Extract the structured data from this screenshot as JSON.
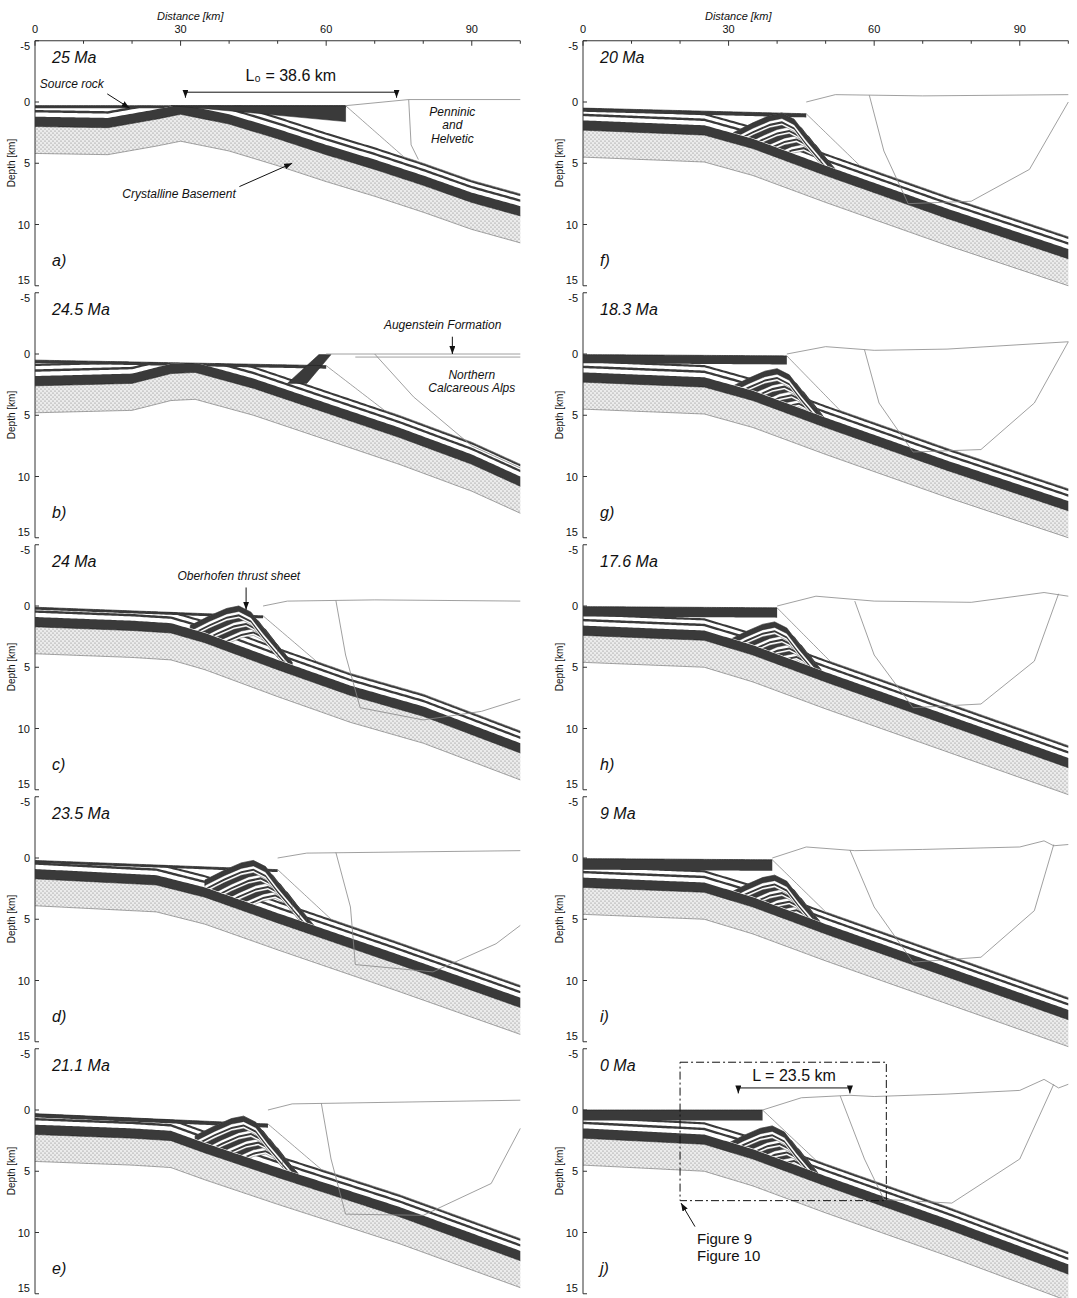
{
  "diagram": {
    "labels": [
      "Distance [km]",
      "0",
      "30",
      "60",
      "90",
      "Distance [km]",
      "0",
      "30",
      "60",
      "90",
      "25 Ma",
      "Depth [km]",
      "-5",
      "0",
      "5",
      "10",
      "15",
      "a)",
      "24.5 Ma",
      "Depth [km]",
      "-5",
      "0",
      "5",
      "10",
      "15",
      "b)",
      "24 Ma",
      "Depth [km]",
      "-5",
      "0",
      "5",
      "10",
      "15",
      "c)",
      "23.5 Ma",
      "Depth [km]",
      "-5",
      "0",
      "5",
      "10",
      "15",
      "d)",
      "21.1 Ma",
      "Depth [km]",
      "-5",
      "0",
      "5",
      "10",
      "15",
      "e)",
      "20 Ma",
      "Depth [km]",
      "-5",
      "0",
      "5",
      "10",
      "15",
      "f)",
      "18.3 Ma",
      "Depth [km]",
      "-5",
      "0",
      "5",
      "10",
      "15",
      "g)",
      "17.6 Ma",
      "Depth [km]",
      "-5",
      "0",
      "5",
      "10",
      "15",
      "h)",
      "9 Ma",
      "Depth [km]",
      "-5",
      "0",
      "5",
      "10",
      "15",
      "i)",
      "0 Ma",
      "Depth [km]",
      "-5",
      "0",
      "5",
      "10",
      "15",
      "j)",
      "Source rock",
      "L₀ = 38.6 km",
      "Penninic and Helvetic",
      "Crystalline Basement",
      "Augenstein Formation",
      "Northern Calcareous Alps",
      "Oberhofen thrust sheet",
      "L = 23.5 km",
      "Figure 9 Figure 10"
    ]
  }
}
